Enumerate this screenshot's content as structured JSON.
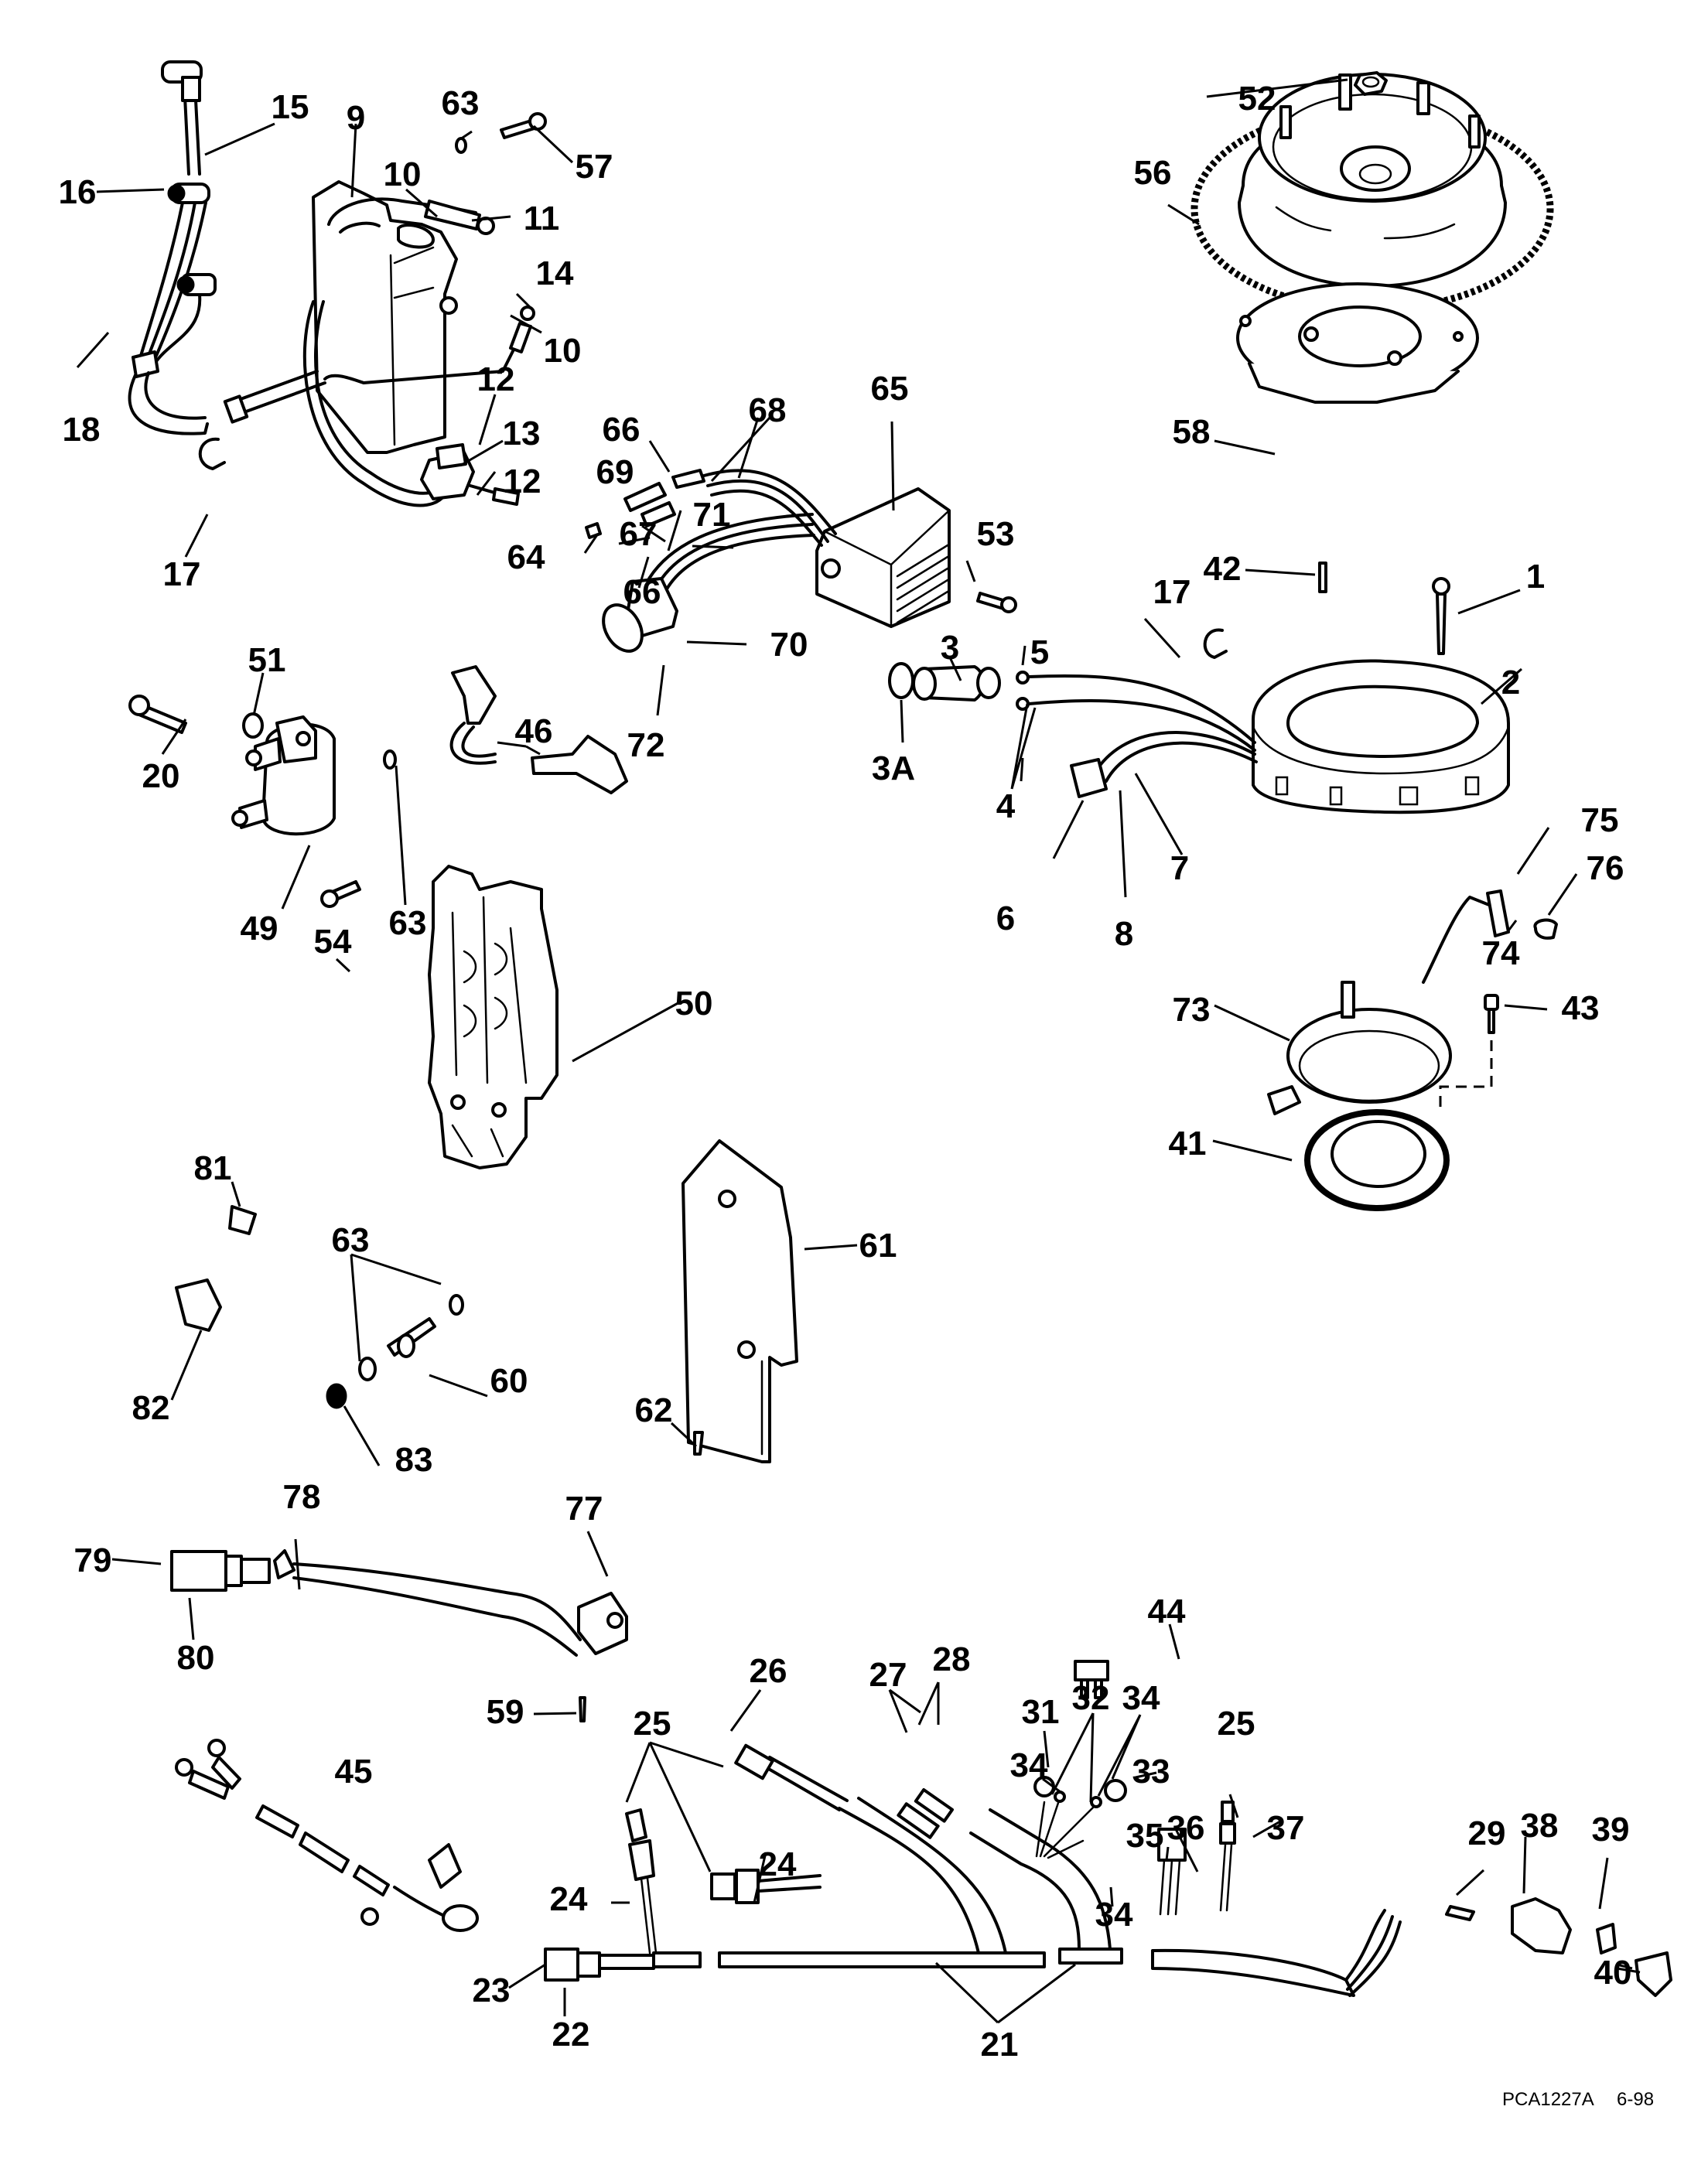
{
  "figure": {
    "title": "Ignition / electrical components exploded view",
    "drawing_code": "PCA1227A",
    "date_code": "6-98"
  },
  "callouts": [
    {
      "id": "c63a",
      "text": "63"
    },
    {
      "id": "c57",
      "text": "57"
    },
    {
      "id": "c9",
      "text": "9"
    },
    {
      "id": "c15",
      "text": "15"
    },
    {
      "id": "c16",
      "text": "16"
    },
    {
      "id": "c10a",
      "text": "10"
    },
    {
      "id": "c11",
      "text": "11"
    },
    {
      "id": "c14",
      "text": "14"
    },
    {
      "id": "c10b",
      "text": "10"
    },
    {
      "id": "c18",
      "text": "18"
    },
    {
      "id": "c12a",
      "text": "12"
    },
    {
      "id": "c13",
      "text": "13"
    },
    {
      "id": "c12b",
      "text": "12"
    },
    {
      "id": "c17a",
      "text": "17"
    },
    {
      "id": "c52",
      "text": "52"
    },
    {
      "id": "c56",
      "text": "56"
    },
    {
      "id": "c58",
      "text": "58"
    },
    {
      "id": "c42",
      "text": "42"
    },
    {
      "id": "c1",
      "text": "1"
    },
    {
      "id": "c66a",
      "text": "66"
    },
    {
      "id": "c68",
      "text": "68"
    },
    {
      "id": "c65",
      "text": "65"
    },
    {
      "id": "c69",
      "text": "69"
    },
    {
      "id": "c67",
      "text": "67"
    },
    {
      "id": "c71",
      "text": "71"
    },
    {
      "id": "c64",
      "text": "64"
    },
    {
      "id": "c66b",
      "text": "66"
    },
    {
      "id": "c70",
      "text": "70"
    },
    {
      "id": "c72",
      "text": "72"
    },
    {
      "id": "c53",
      "text": "53"
    },
    {
      "id": "c3",
      "text": "3"
    },
    {
      "id": "c5",
      "text": "5"
    },
    {
      "id": "c17b",
      "text": "17"
    },
    {
      "id": "c2",
      "text": "2"
    },
    {
      "id": "c3a",
      "text": "3A"
    },
    {
      "id": "c4",
      "text": "4"
    },
    {
      "id": "c7",
      "text": "7"
    },
    {
      "id": "c6",
      "text": "6"
    },
    {
      "id": "c8",
      "text": "8"
    },
    {
      "id": "c75",
      "text": "75"
    },
    {
      "id": "c76",
      "text": "76"
    },
    {
      "id": "c74",
      "text": "74"
    },
    {
      "id": "c73",
      "text": "73"
    },
    {
      "id": "c43",
      "text": "43"
    },
    {
      "id": "c41",
      "text": "41"
    },
    {
      "id": "c51",
      "text": "51"
    },
    {
      "id": "c20",
      "text": "20"
    },
    {
      "id": "c46",
      "text": "46"
    },
    {
      "id": "c63b",
      "text": "63"
    },
    {
      "id": "c49",
      "text": "49"
    },
    {
      "id": "c54",
      "text": "54"
    },
    {
      "id": "c50",
      "text": "50"
    },
    {
      "id": "c81",
      "text": "81"
    },
    {
      "id": "c63c",
      "text": "63"
    },
    {
      "id": "c82",
      "text": "82"
    },
    {
      "id": "c60",
      "text": "60"
    },
    {
      "id": "c83",
      "text": "83"
    },
    {
      "id": "c61",
      "text": "61"
    },
    {
      "id": "c62",
      "text": "62"
    },
    {
      "id": "c78",
      "text": "78"
    },
    {
      "id": "c79",
      "text": "79"
    },
    {
      "id": "c77",
      "text": "77"
    },
    {
      "id": "c80",
      "text": "80"
    },
    {
      "id": "c44",
      "text": "44"
    },
    {
      "id": "c59",
      "text": "59"
    },
    {
      "id": "c25a",
      "text": "25"
    },
    {
      "id": "c26",
      "text": "26"
    },
    {
      "id": "c27",
      "text": "27"
    },
    {
      "id": "c28",
      "text": "28"
    },
    {
      "id": "c31",
      "text": "31"
    },
    {
      "id": "c32",
      "text": "32"
    },
    {
      "id": "c34a",
      "text": "34"
    },
    {
      "id": "c34b",
      "text": "34"
    },
    {
      "id": "c33",
      "text": "33"
    },
    {
      "id": "c25b",
      "text": "25"
    },
    {
      "id": "c45",
      "text": "45"
    },
    {
      "id": "c24a",
      "text": "24"
    },
    {
      "id": "c24b",
      "text": "24"
    },
    {
      "id": "c35",
      "text": "35"
    },
    {
      "id": "c36",
      "text": "36"
    },
    {
      "id": "c37",
      "text": "37"
    },
    {
      "id": "c34c",
      "text": "34"
    },
    {
      "id": "c29",
      "text": "29"
    },
    {
      "id": "c38",
      "text": "38"
    },
    {
      "id": "c39",
      "text": "39"
    },
    {
      "id": "c23",
      "text": "23"
    },
    {
      "id": "c22",
      "text": "22"
    },
    {
      "id": "c21",
      "text": "21"
    },
    {
      "id": "c40",
      "text": "40"
    }
  ]
}
